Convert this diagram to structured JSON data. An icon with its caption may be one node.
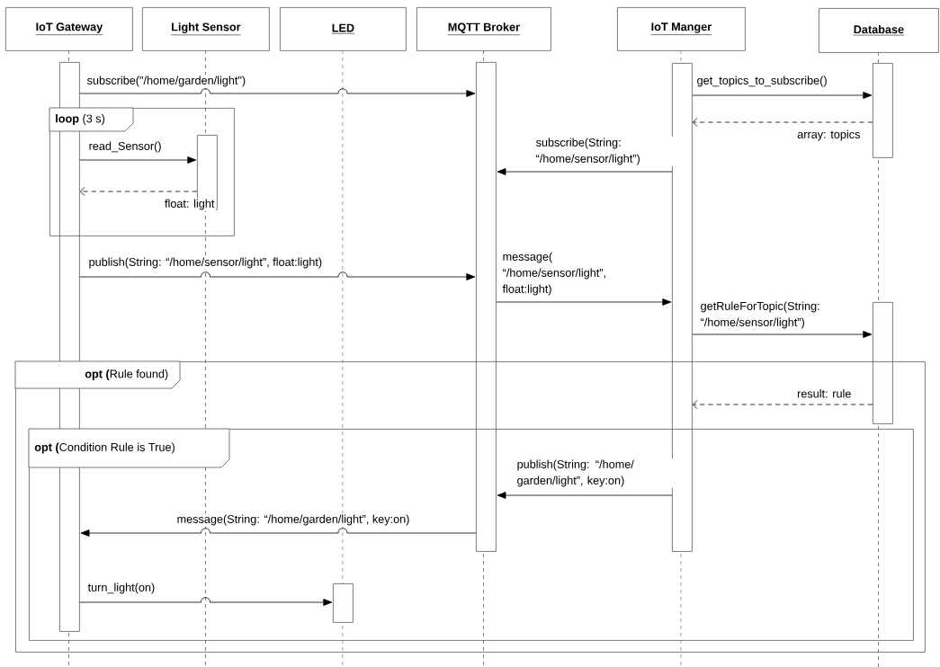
{
  "diagram": {
    "nodes": [
      {
        "text": [
          "IoT Gateway"
        ]
      },
      {
        "text": [
          "Light Sensor"
        ]
      },
      {
        "text": [
          "LED"
        ]
      },
      {
        "text": [
          "MQTT Broker"
        ]
      },
      {
        "text": [
          "IoT Manger"
        ]
      },
      {
        "text": [
          "Database"
        ]
      },
      {
        "text": [],
        "shape": "bar"
      },
      {
        "text": [],
        "shape": "bar"
      },
      {
        "text": [],
        "shape": "bar"
      },
      {
        "text": [],
        "shape": "bar"
      },
      {
        "text": [
          "**loop** (3 s)"
        ]
      },
      {
        "text": [],
        "shape": "bar",
        "in": 10
      },
      {
        "text": [],
        "shape": "bar"
      },
      {
        "text": [
          "**opt (**Rule found)"
        ]
      },
      {
        "text": [
          "**opt (**Condition Rule is True)"
        ],
        "in": 13
      },
      {
        "text": [],
        "shape": "bar",
        "in": 14
      }
    ],
    "edges": [
      {
        "from": 6,
        "to": 7,
        "arrow": "to",
        "label": "subscribe(\"/home/garden/light\")"
      },
      {
        "from": 8,
        "to": 9,
        "arrow": "to",
        "label": "get_topics_to_subscribe()"
      },
      {
        "from": 9,
        "to": 8,
        "arrow": "to",
        "label": "array: topics",
        "style": "dashed"
      },
      {
        "from": 8,
        "to": 7,
        "arrow": "to",
        "label": "subscribe(String: “/home/sensor/light”)"
      },
      {
        "from": 6,
        "to": 11,
        "arrow": "to",
        "label": "read_Sensor()"
      },
      {
        "from": 11,
        "to": 6,
        "arrow": "to",
        "label": "float: light",
        "style": "dashed"
      },
      {
        "from": 6,
        "to": 7,
        "arrow": "to",
        "label": "publish(String: “/home/sensor/light”, float:light)"
      },
      {
        "from": 7,
        "to": 8,
        "arrow": "to",
        "label": "message( “/home/sensor/light”, float:light)"
      },
      {
        "from": 8,
        "to": 12,
        "arrow": "to",
        "label": "getRuleForTopic(String: “/home/sensor/light”)"
      },
      {
        "from": 12,
        "to": 8,
        "arrow": "to",
        "label": "result: rule",
        "style": "dashed"
      },
      {
        "from": 8,
        "to": 7,
        "arrow": "to",
        "label": "publish(String: “/home/ garden/light”, key:on)"
      },
      {
        "from": 7,
        "to": 6,
        "arrow": "to",
        "label": "message(String: “/home/garden/light”, key:on)"
      },
      {
        "from": 6,
        "to": 15,
        "arrow": "to",
        "label": "turn_light(on)"
      }
    ]
  }
}
